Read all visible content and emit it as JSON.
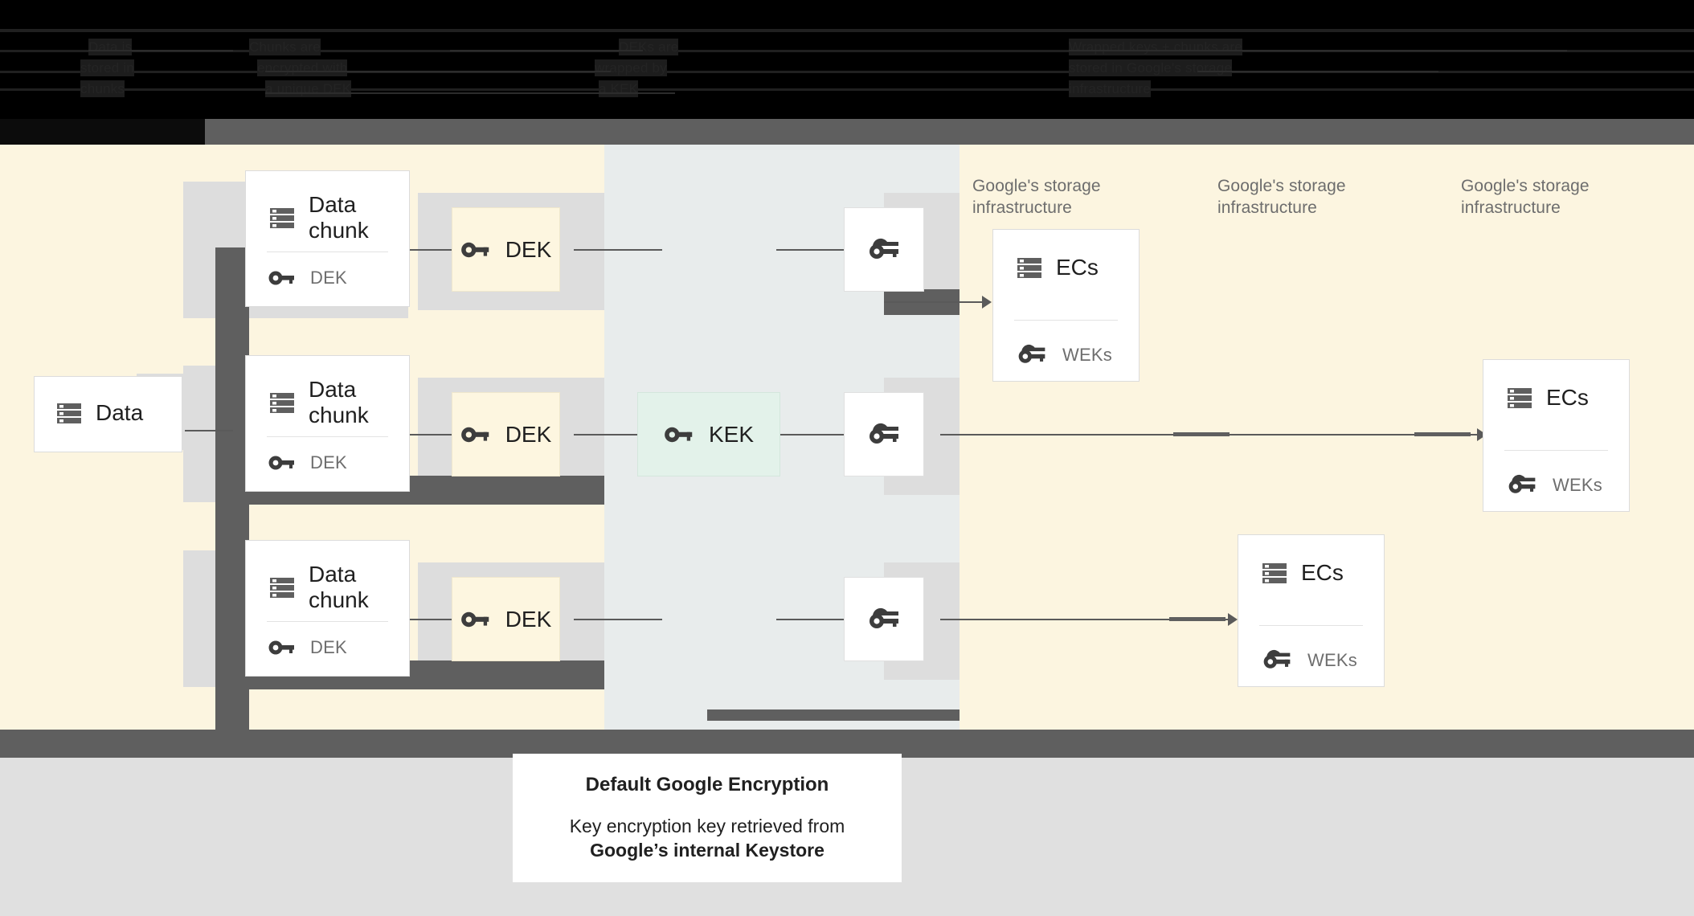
{
  "banner": {
    "obscured_note": "",
    "fragments": [
      "Data is",
      "stored in",
      "chunks",
      "Chunks are",
      "encrypted with",
      "a unique DEK",
      "DEKs are",
      "wrapped by",
      "a KEK",
      "Wrapped keys + chunks are",
      "stored in Google's storage",
      "infrastructure"
    ]
  },
  "diagram": {
    "source": {
      "label": "Data",
      "icon": "database-icon"
    },
    "chunks": [
      {
        "title": "Data chunk",
        "key_label": "DEK",
        "icon": "database-icon",
        "key_icon": "key-icon"
      },
      {
        "title": "Data chunk",
        "key_label": "DEK",
        "icon": "database-icon",
        "key_icon": "key-icon"
      },
      {
        "title": "Data chunk",
        "key_label": "DEK",
        "icon": "database-icon",
        "key_icon": "key-icon"
      }
    ],
    "deks": [
      {
        "label": "DEK",
        "icon": "key-icon"
      },
      {
        "label": "DEK",
        "icon": "key-icon"
      },
      {
        "label": "DEK",
        "icon": "key-icon"
      }
    ],
    "kek": {
      "label": "KEK",
      "icon": "key-icon"
    },
    "wrapped_keys": [
      {
        "icon": "wrapped-key-icon"
      },
      {
        "icon": "wrapped-key-icon"
      },
      {
        "icon": "wrapped-key-icon"
      }
    ],
    "infra_labels": [
      "Google's storage\ninfrastructure",
      "Google's storage\ninfrastructure",
      "Google's storage\ninfrastructure"
    ],
    "ec_cards": [
      {
        "title": "ECs",
        "key_label": "WEKs",
        "icon": "database-icon",
        "key_icon": "wrapped-key-icon"
      },
      {
        "title": "ECs",
        "key_label": "WEKs",
        "icon": "database-icon",
        "key_icon": "wrapped-key-icon"
      },
      {
        "title": "ECs",
        "key_label": "WEKs",
        "icon": "database-icon",
        "key_icon": "wrapped-key-icon"
      }
    ]
  },
  "caption": {
    "title": "Default Google Encryption",
    "line1": "Key encryption key retrieved from",
    "line2": "Google’s internal Keystore"
  },
  "colors": {
    "cream": "#fcf5e0",
    "mid_band": "#e8ecec",
    "dek_fill": "#fdf6e0",
    "kek_fill": "#e3f2ea",
    "bar_gray": "#5f5f5f",
    "plate_gray": "#dddddd",
    "bottom_gray": "#e0e0e0",
    "banner_black": "#000000"
  }
}
